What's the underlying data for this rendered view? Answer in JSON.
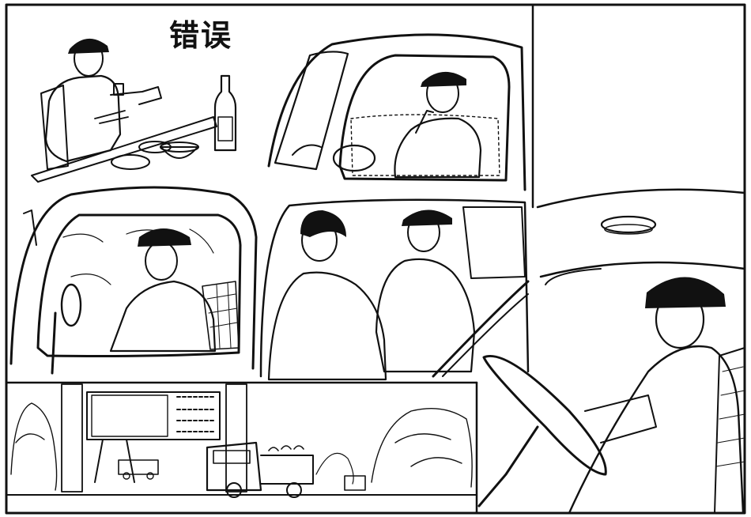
{
  "title": "错误",
  "colors": {
    "ink": "#111111",
    "paper": "#ffffff"
  },
  "panels": [
    {
      "name": "panel-drinking-at-table",
      "icons": [
        "driver-figure",
        "wine-bottle",
        "plate",
        "bowl",
        "chair"
      ]
    },
    {
      "name": "panel-eating-while-driving",
      "icons": [
        "car-window",
        "driver-figure",
        "steering-wheel"
      ]
    },
    {
      "name": "panel-distracted-driver",
      "icons": [
        "car-window",
        "driver-figure",
        "side-mirror",
        "seat"
      ]
    },
    {
      "name": "panel-chatting-with-passenger",
      "icons": [
        "driver-figure",
        "passenger-figure",
        "steering-wheel"
      ]
    },
    {
      "name": "panel-driver-cab-closeup",
      "icons": [
        "cab-interior",
        "dome-light",
        "driver-figure",
        "steering-wheel",
        "seat"
      ]
    },
    {
      "name": "panel-street-scene",
      "icons": [
        "billboard",
        "truck",
        "small-car",
        "trees"
      ]
    }
  ]
}
